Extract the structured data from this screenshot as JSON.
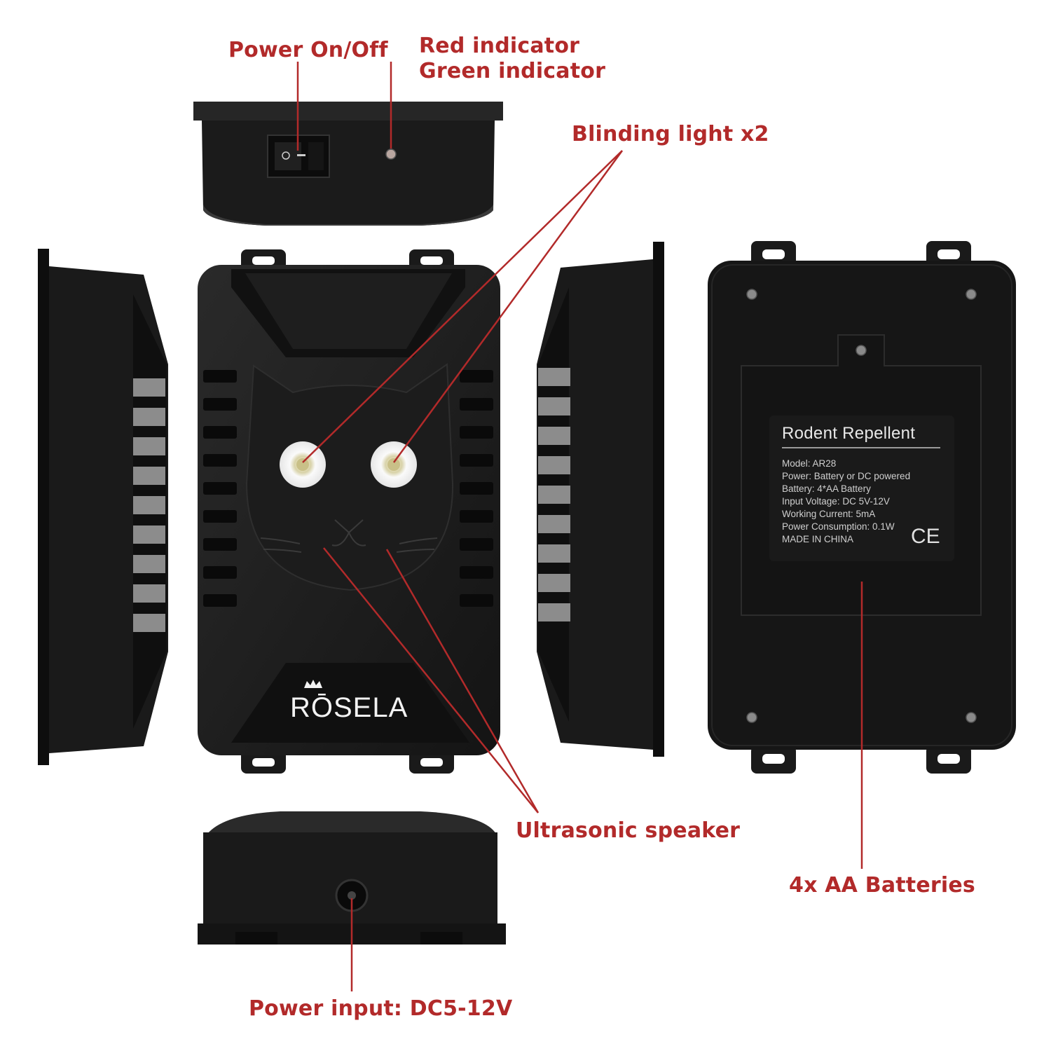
{
  "callouts": {
    "power_switch": "Power On/Off",
    "indicator_red": "Red indicator",
    "indicator_green": "Green indicator",
    "blinding_light": "Blinding light x2",
    "ultrasonic_speaker": "Ultrasonic speaker",
    "batteries": "4x AA Batteries",
    "power_input": "Power input: DC5-12V"
  },
  "brand_name": "RŌSELA",
  "product_label": {
    "title": "Rodent Repellent",
    "lines": [
      "Model: AR28",
      "Power: Battery or DC powered",
      "Battery: 4*AA Battery",
      "Input Voltage: DC 5V-12V",
      "Working Current: 5mA",
      "Power Consumption: 0.1W",
      "MADE IN CHINA"
    ],
    "ce_mark": "CE"
  },
  "colors": {
    "callout_red": "#b22a2a",
    "device_body": "#1c1c1c",
    "led_white": "#f4f4f0"
  }
}
